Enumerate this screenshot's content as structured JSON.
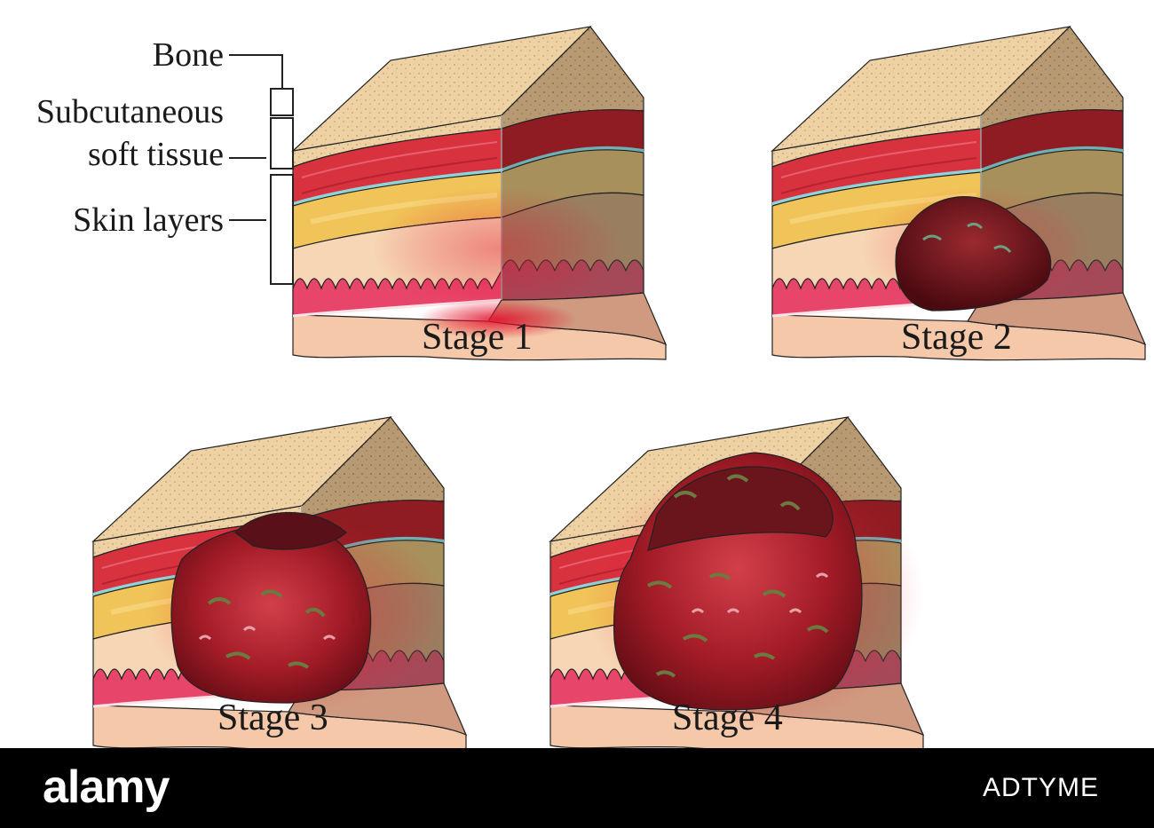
{
  "labels": {
    "bone": "Bone",
    "subcutaneous_line1": "Subcutaneous",
    "subcutaneous_line2": "soft tissue",
    "skin": "Skin layers"
  },
  "stages": [
    {
      "label": "Stage 1",
      "wound": "redness"
    },
    {
      "label": "Stage 2",
      "wound": "shallow-ulcer"
    },
    {
      "label": "Stage 3",
      "wound": "deep-ulcer"
    },
    {
      "label": "Stage 4",
      "wound": "full-thickness-ulcer"
    }
  ],
  "watermark": {
    "logo": "alamy",
    "image_id": "ADTYME"
  },
  "colors": {
    "bone": "#efd2a4",
    "bone_side": "#b89a72",
    "muscle": "#d8323f",
    "muscle_side": "#8e1c22",
    "fat": "#f0c458",
    "fat_side": "#a8905c",
    "dermis": "#f6d6b4",
    "dermis_side": "#9a7e60",
    "epidermis": "#e8456a",
    "wound": "#a01a26",
    "footer": "#000000"
  }
}
